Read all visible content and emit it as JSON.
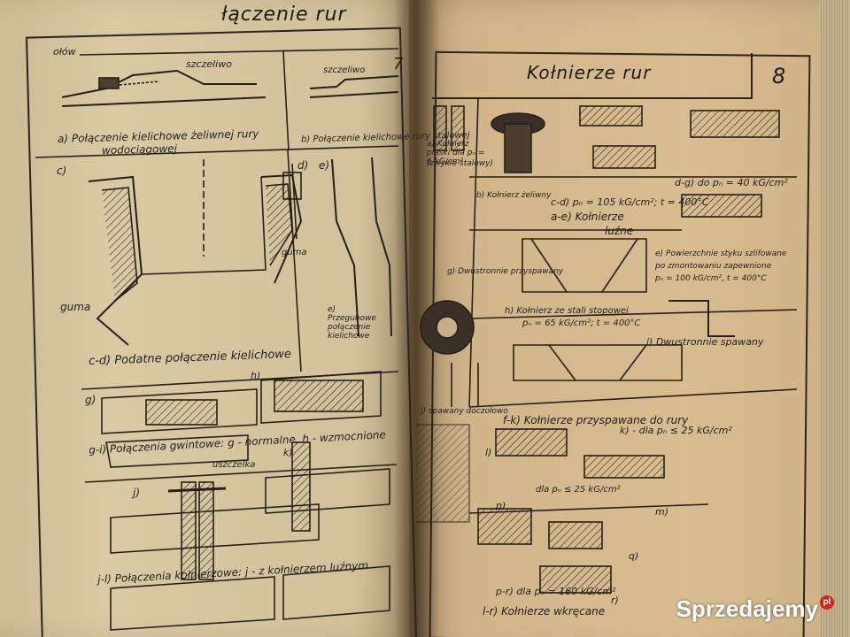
{
  "left_page": {
    "title": "łączenie rur",
    "page_number": "7",
    "captions": {
      "a": "a) Połączenie kielichowe żeliwnej rury",
      "a2": "wodociągowej",
      "b": "b) Połączenie kielichowe rury stalowej",
      "cd": "c-d)  Podatne połączenie kielichowe",
      "gi": "g-i) Połączenia gwintowe: g - normalne, h - wzmocnione",
      "jl": "j-l) Połączenia kołnierzowe: j - z kołnierzem luźnym",
      "olow": "ołów",
      "szczeliwo": "szczeliwo",
      "szczeliwo2": "szczeliwo",
      "guma": "guma",
      "guma2": "guma",
      "przegubowe": "e) Przegubowe połączenie kielichowe",
      "uszczelka": "uszczelka",
      "c": "c)",
      "d": "d)",
      "e": "e)",
      "g": "g)",
      "h": "h)",
      "j": "j)",
      "k": "k)"
    }
  },
  "right_page": {
    "title": "Kołnierze rur",
    "page_number": "8",
    "captions": {
      "a_flat": "a) Kołnierz płaski dla pₙ = 6 kG/cm²",
      "a_flat2": "(zwykle stalowy)",
      "b_cast": "b) Kołnierz żeliwny",
      "cd": "c-d) pₙ = 105 kG/cm²; t = 400°C",
      "ae": "a-e)  Kołnierze",
      "luzne": "luźne",
      "dg": "d-g) do pₙ = 40 kG/cm²",
      "e_surface": "e) Powierzchnie styku szlifowane",
      "e_surface2": "po zmontowaniu zapewnione",
      "e_surface3": "pₙ = 100 kG/cm², t = 400°C",
      "h": "h) Kołnierz ze stali stopowej",
      "h2": "pₙ = 65 kG/cm²; t = 400°C",
      "i": "i)  Dwustronnie spawany",
      "fk": "f-k)  Kołnierze przyspawane do rury",
      "k": "k) - dla pₙ ≤ 25 kG/cm²",
      "l": "l)",
      "m": "m)",
      "dla25": "dla pₙ ≤ 25 kG/cm²",
      "p": "p)",
      "q": "q)",
      "r": "r)",
      "pr": "p-r)  dla pₙ = 160 kG/cm²",
      "lr": "l-r)  Kołnierze wkręcane",
      "dwust": "g) Dwustronnie przyspawany",
      "spawany": "j) spawany doczołowo"
    }
  },
  "watermark": {
    "text": "Sprzedajemy",
    "suffix": "pl"
  }
}
